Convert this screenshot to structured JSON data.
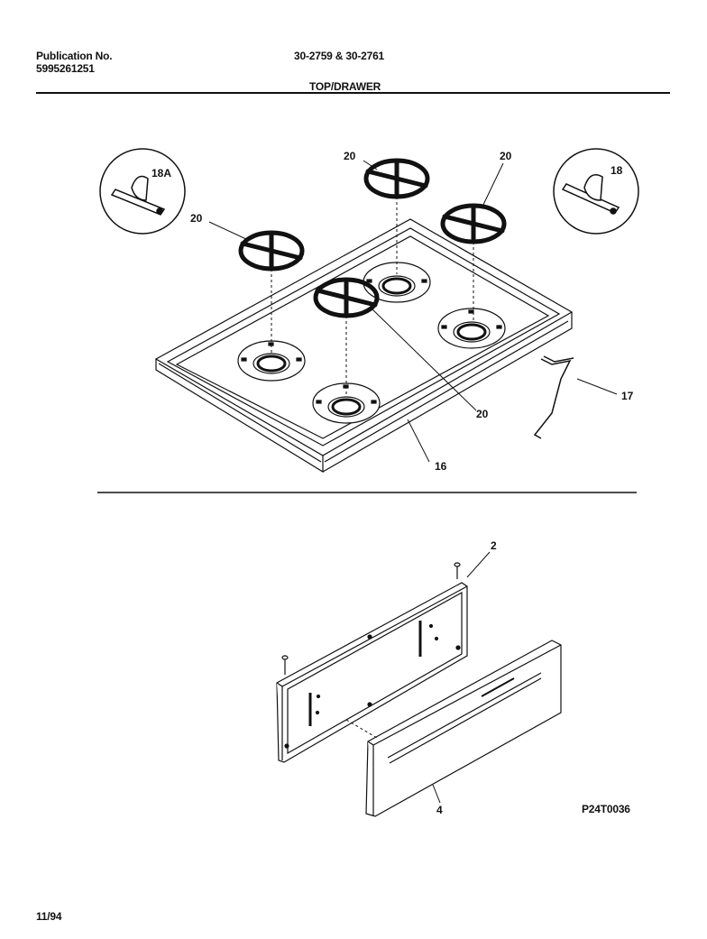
{
  "header": {
    "publication_label": "Publication No.",
    "publication_number": "5995261251",
    "models": "30-2759 & 30-2761",
    "section_title": "TOP/DRAWER"
  },
  "callouts": {
    "grate_1": "20",
    "grate_2": "20",
    "grate_3": "20",
    "grate_4": "20",
    "cooktop": "16",
    "wire": "17",
    "detail_left": "18A",
    "detail_right": "18",
    "screw": "2",
    "drawer_front": "4"
  },
  "footer": {
    "part_code": "P24T0036",
    "date": "11/94"
  }
}
